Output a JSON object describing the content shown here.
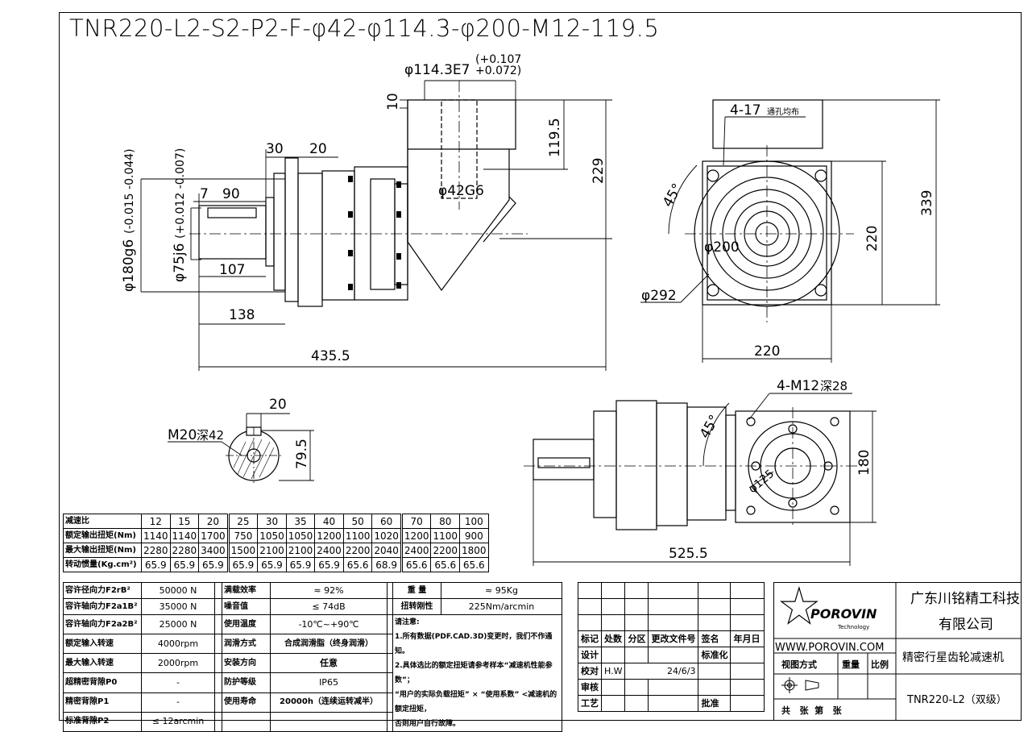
{
  "title": "TNR220-L2-S2-P2-F-φ42-φ114.3-φ200-M12-119.5",
  "dims": {
    "flange_dia": "φ114.3E7",
    "flange_tol_top": "(+0.107",
    "flange_tol_bot": "+0.072)",
    "d10": "10",
    "d119_5": "119.5",
    "d229": "229",
    "d42g6": "φ42G6",
    "d30": "30",
    "d20a": "20",
    "d7": "7",
    "d90": "90",
    "d180": "φ180g6",
    "d180_tol": "(-0.015 -0.044)",
    "d75": "φ75j6",
    "d75_tol": "(+0.012 -0.007)",
    "d107": "107",
    "d138": "138",
    "d435_5": "435.5",
    "holes_4_17": "4-17",
    "holes_note": "通孔均布",
    "d45a": "45°",
    "d200": "φ200",
    "d292": "φ292",
    "d220v": "220",
    "d339": "339",
    "d220h": "220",
    "holes_m12": "4-M12",
    "m12_depth": "深28",
    "d45b": "45°",
    "d125": "φ125",
    "d180b": "180",
    "d525_5": "525.5",
    "d20b": "20",
    "m20": "M20",
    "m20_depth": "深42",
    "d79_5": "79.5"
  },
  "ratio_table": {
    "headers": [
      "减速比",
      "额定输出扭矩(Nm)",
      "最大输出扭矩(Nm)",
      "转动惯量(Kg.cm²)"
    ],
    "rows": [
      [
        "12",
        "15",
        "20",
        "25",
        "30",
        "35",
        "40",
        "50",
        "60",
        "70",
        "80",
        "100"
      ],
      [
        "1140",
        "1140",
        "1700",
        "750",
        "1050",
        "1050",
        "1200",
        "1100",
        "1020",
        "1200",
        "1100",
        "900"
      ],
      [
        "2280",
        "2280",
        "3400",
        "1500",
        "2100",
        "2100",
        "2400",
        "2200",
        "2040",
        "2400",
        "2200",
        "1800"
      ],
      [
        "65.9",
        "65.9",
        "65.9",
        "65.9",
        "65.9",
        "65.9",
        "65.9",
        "65.6",
        "68.9",
        "65.6",
        "65.6",
        "65.6"
      ]
    ]
  },
  "spec_table": {
    "col1": [
      [
        "容许径向力F2rB²",
        "50000 N"
      ],
      [
        "容许轴向力F2a1B²",
        "35000 N"
      ],
      [
        "容许轴向力F2a2B²",
        "25000 N"
      ],
      [
        "额定输入转速",
        "4000rpm"
      ],
      [
        "最大输入转速",
        "2000rpm"
      ],
      [
        "超精密背隙P0",
        "-"
      ],
      [
        "精密背隙P1",
        "-"
      ],
      [
        "标准背隙P2",
        "≤ 12arcmin"
      ]
    ],
    "col2": [
      [
        "满载效率",
        "≈ 92%"
      ],
      [
        "噪音值",
        "≤ 74dB"
      ],
      [
        "使用温度",
        "-10℃~+90℃"
      ],
      [
        "润滑方式",
        "合成润滑脂（终身润滑）"
      ],
      [
        "安装方向",
        "任意"
      ],
      [
        "防护等级",
        "IP65"
      ],
      [
        "使用寿命",
        "20000h（连续运转减半）"
      ]
    ],
    "weight_label": "重 量",
    "weight_value": "≈ 95Kg",
    "stiff_label": "扭转刚性",
    "stiff_value": "225Nm/arcmin",
    "notes_title": "请注意:",
    "note1": "1.所有数据(PDF.CAD.3D)变更时，我们不作通知。",
    "note2": "2.具体选比的额定扭矩请参考样本“减速机性能参数”；",
    "note3": "“用户的实际负载扭矩” × “使用系数” <减速机的额定扭矩，",
    "note4": "否则用户自行故障。"
  },
  "revision": {
    "labels": [
      "标记",
      "处数",
      "分区",
      "更改文件号",
      "签名",
      "年月日"
    ],
    "design": "设计",
    "standard": "标准化",
    "check": "校对",
    "check_by": "H.W",
    "check_date": "24/6/3",
    "review": "审核",
    "process": "工艺",
    "approve": "批准"
  },
  "title_block": {
    "logo_text": "POROVIN",
    "logo_sub": "Technology",
    "website": "WWW.POROVIN.COM",
    "company_line1": "广东川铭精工科技",
    "company_line2": "有限公司",
    "view_method": "视图方式",
    "weight": "重量",
    "scale": "比例",
    "product": "精密行星齿轮减速机",
    "model": "TNR220-L2（双级）",
    "sheets": "共   张  第   张"
  }
}
